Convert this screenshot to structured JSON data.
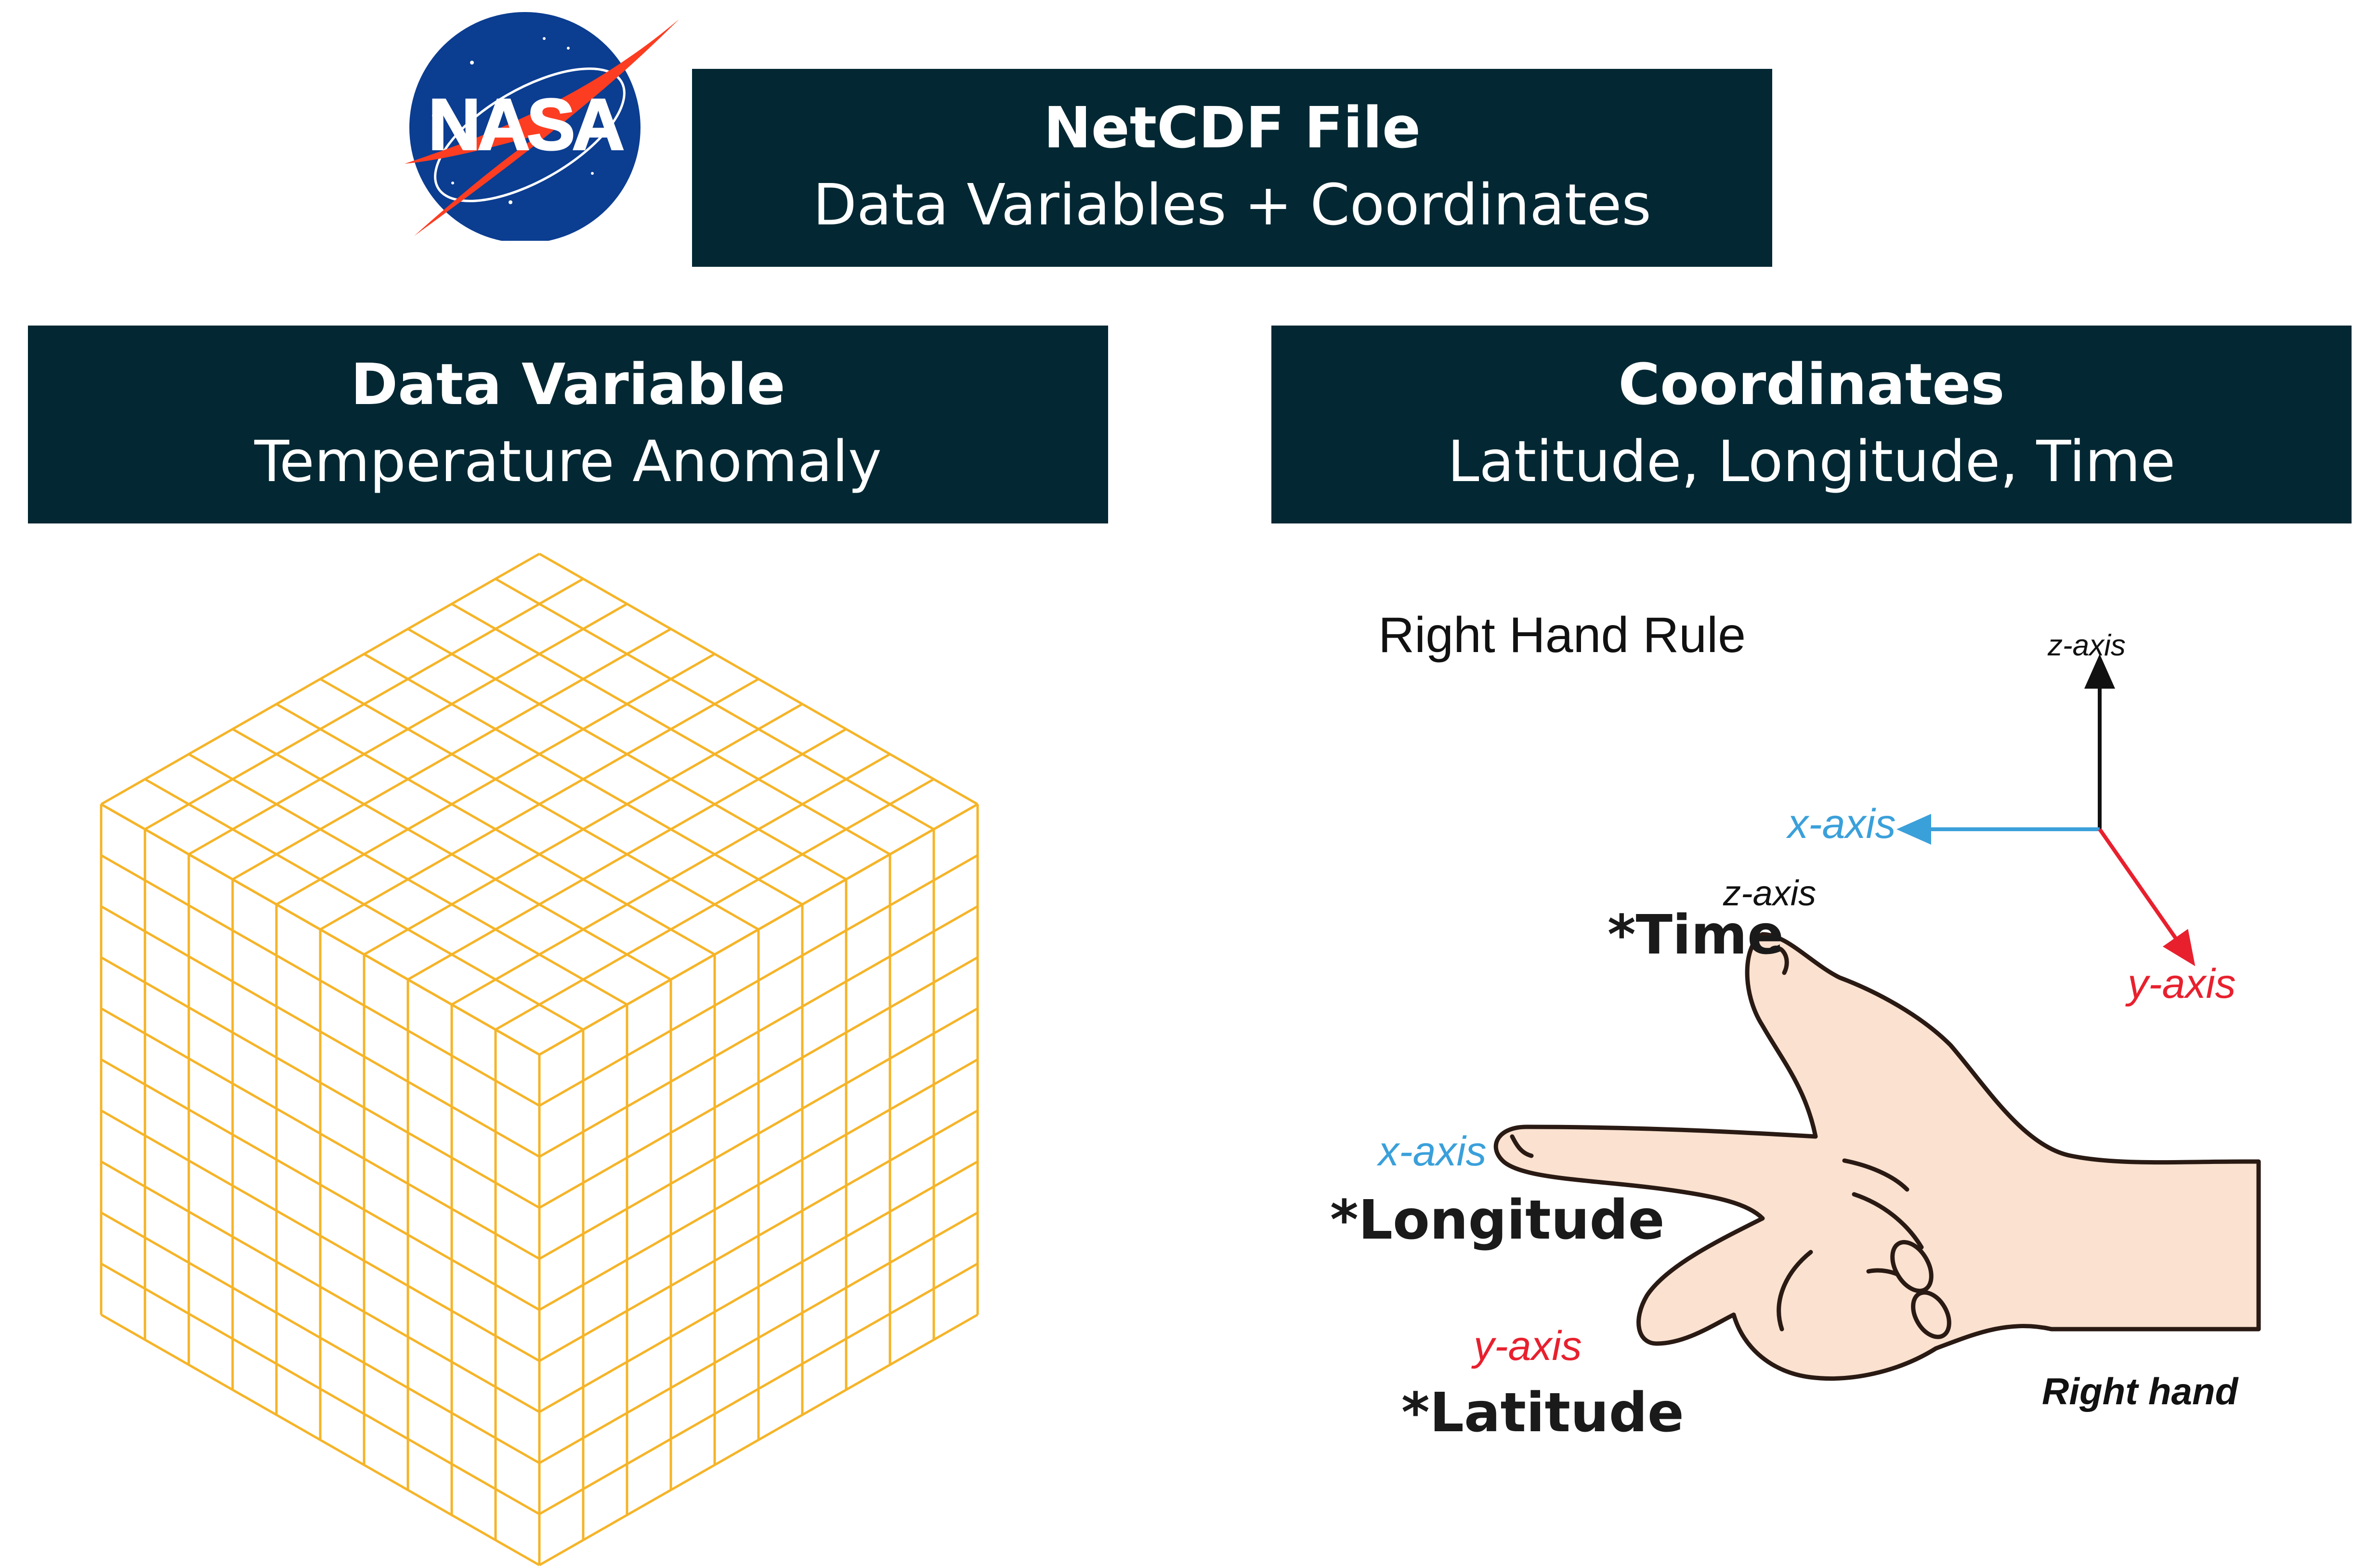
{
  "header": {
    "logo_text": "NASA",
    "title": "NetCDF File",
    "subtitle": "Data Variables + Coordinates"
  },
  "data_variable": {
    "title": "Data Variable",
    "subtitle": "Temperature Anomaly"
  },
  "coordinates": {
    "title": "Coordinates",
    "subtitle": "Latitude, Longitude, Time"
  },
  "right_hand_rule": {
    "title": "Right Hand Rule",
    "axes_legend": {
      "z": "z-axis",
      "x": "x-axis",
      "y": "y-axis"
    },
    "hand_axes": {
      "z": "z-axis",
      "x": "x-axis",
      "y": "y-axis"
    },
    "hand_caption": "Right hand",
    "mapping": {
      "time": "*Time",
      "longitude": "*Longitude",
      "latitude": "*Latitude"
    }
  },
  "colors": {
    "header_bg": "#032833",
    "cube_line": "#F5B428",
    "x_axis": "#3AA0DA",
    "y_axis": "#E8202E",
    "z_axis": "#111111",
    "skin": "#FBE1CF",
    "nasa_blue": "#0B3D91",
    "nasa_red": "#FC3D21"
  },
  "icons": [
    "nasa-logo-icon",
    "grid-cube-icon",
    "right-hand-icon",
    "axes-triad-icon"
  ]
}
